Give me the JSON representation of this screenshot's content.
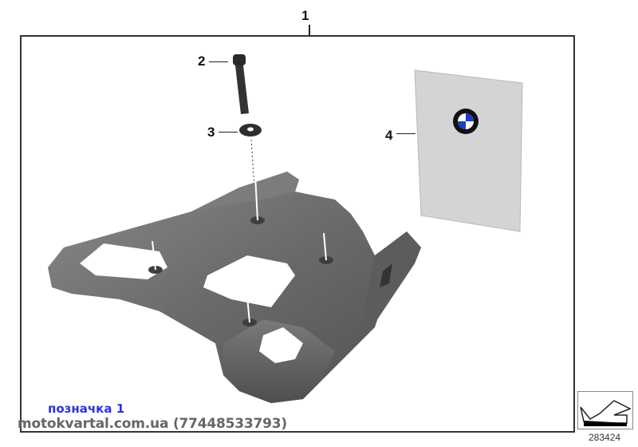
{
  "diagram": {
    "callouts": [
      {
        "id": "1",
        "label": "1"
      },
      {
        "id": "2",
        "label": "2"
      },
      {
        "id": "3",
        "label": "3"
      },
      {
        "id": "4",
        "label": "4"
      }
    ],
    "parts": {
      "1": "luggage-rack-carrier-plate",
      "2": "cap-screw",
      "3": "washer",
      "4": "bmw-instruction-sheet"
    },
    "reference_number": "283424",
    "colors": {
      "frame": "#333333",
      "part_gray": "#6e6e6e",
      "sheet_gray": "#d4d4d4",
      "bmw_blue": "#1c3fbf"
    }
  },
  "overlay": {
    "label": "позначка 1",
    "watermark": "motokvartal.com.ua (77448533793)",
    "label_color": "#2f2fe8",
    "watermark_color": "#666666"
  }
}
